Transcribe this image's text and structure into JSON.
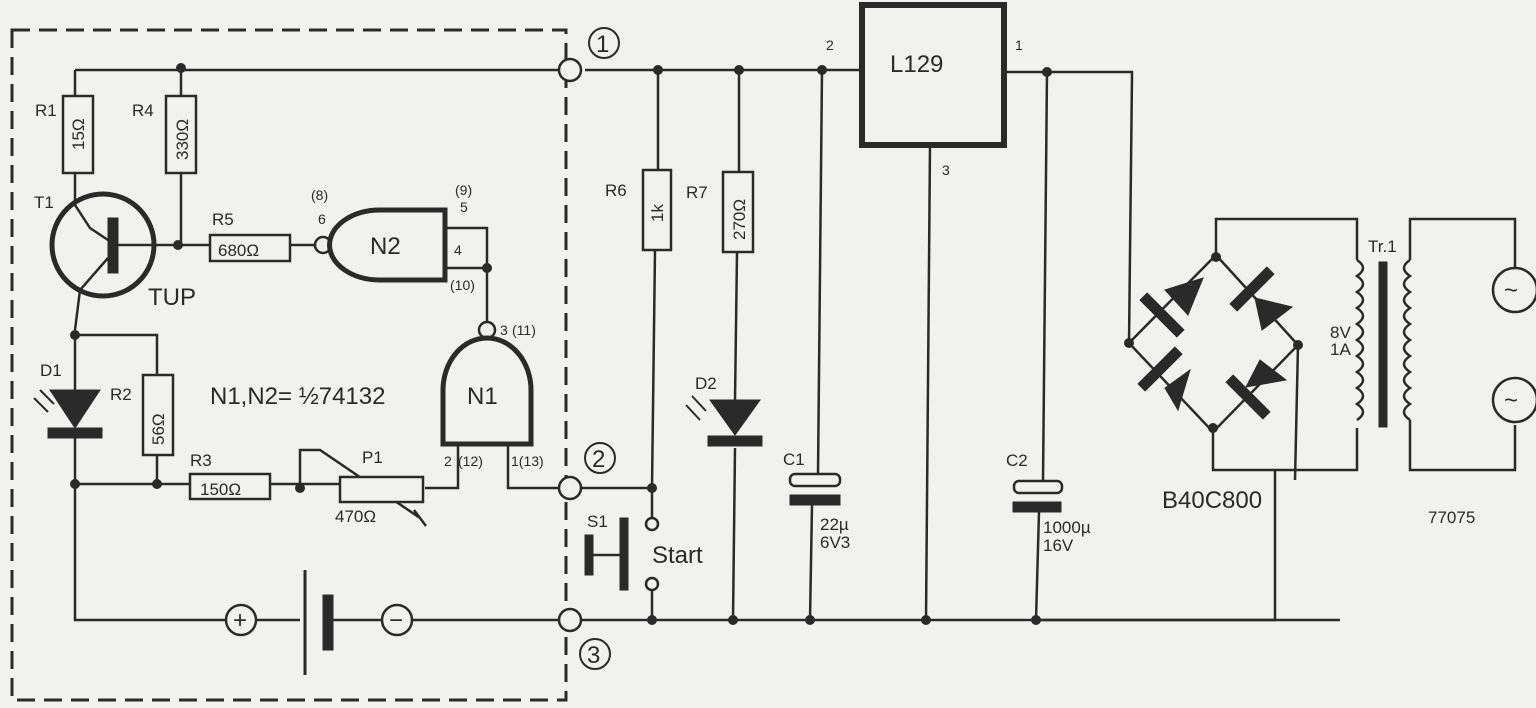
{
  "diagram": {
    "type": "circuit-schematic",
    "ic_note": "N1,N2= ½74132",
    "figure_id": "77075",
    "terminals": [
      {
        "id": "1",
        "label": "①"
      },
      {
        "id": "2",
        "label": "②"
      },
      {
        "id": "3",
        "label": "③"
      }
    ],
    "components": {
      "R1": {
        "ref": "R1",
        "value": "15Ω"
      },
      "R2": {
        "ref": "R2",
        "value": "56Ω"
      },
      "R3": {
        "ref": "R3",
        "value": "150Ω"
      },
      "R4": {
        "ref": "R4",
        "value": "330Ω"
      },
      "R5": {
        "ref": "R5",
        "value": "680Ω"
      },
      "R6": {
        "ref": "R6",
        "value": "1k"
      },
      "R7": {
        "ref": "R7",
        "value": "270Ω"
      },
      "P1": {
        "ref": "P1",
        "value": "470Ω"
      },
      "T1": {
        "ref": "T1",
        "type": "TUP"
      },
      "D1": {
        "ref": "D1"
      },
      "D2": {
        "ref": "D2"
      },
      "N1": {
        "ref": "N1",
        "pins": {
          "in_a": "2",
          "in_a_alt": "(12)",
          "in_b": "1(13)",
          "out": "3",
          "out_alt": "(11)"
        }
      },
      "N2": {
        "ref": "N2",
        "pins": {
          "in_a": "5",
          "in_a_alt": "(9)",
          "in_b": "4",
          "in_b_alt": "(10)",
          "out": "6",
          "out_alt": "(8)"
        }
      },
      "S1": {
        "ref": "S1",
        "label": "Start"
      },
      "C1": {
        "ref": "C1",
        "value": "22µ",
        "voltage": "6V3"
      },
      "C2": {
        "ref": "C2",
        "value": "1000µ",
        "voltage": "16V"
      },
      "IC1": {
        "ref": "L129",
        "pins": {
          "in": "2",
          "out": "1",
          "gnd": "3"
        }
      },
      "BR1": {
        "ref": "B40C800"
      },
      "TR1": {
        "ref": "Tr.1",
        "voltage": "8V",
        "current": "1A"
      },
      "battery": {
        "plus": "+",
        "minus": "−"
      },
      "mains": {
        "symbol": "~"
      }
    }
  }
}
